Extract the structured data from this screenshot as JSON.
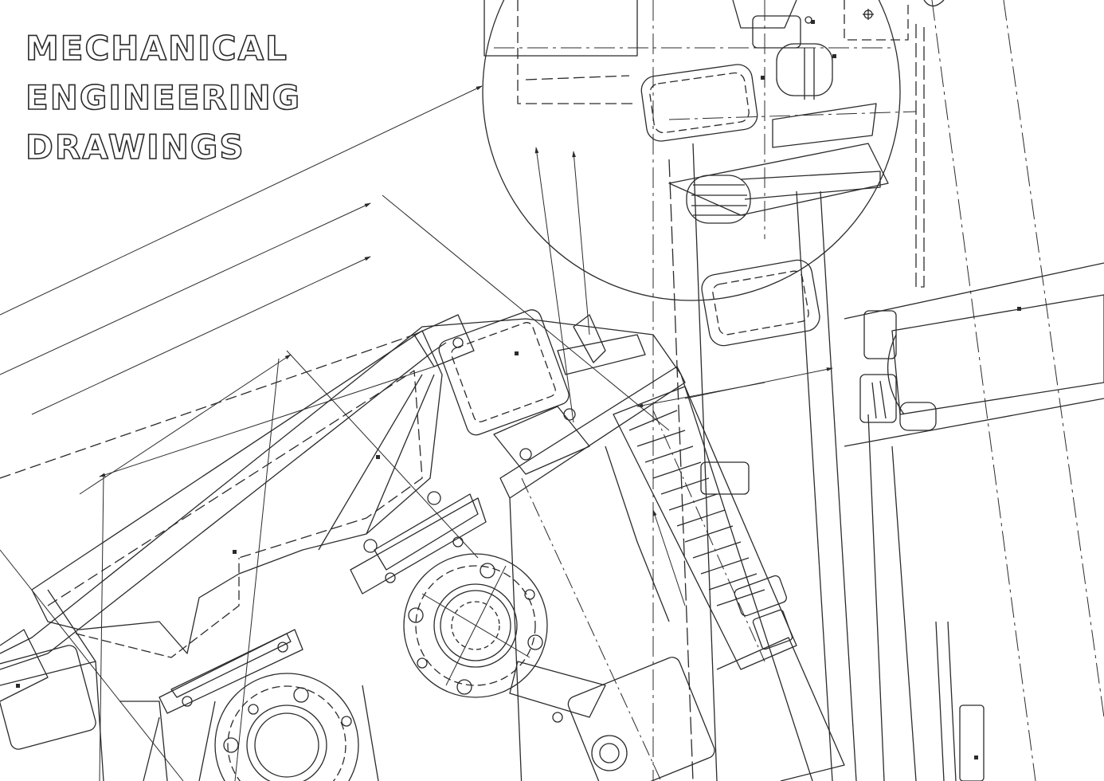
{
  "title_lines": [
    "MECHANICAL",
    "ENGINEERING",
    "DRAWINGS"
  ],
  "colors": {
    "background": "#ffffff",
    "line": "#2b2b2b"
  }
}
